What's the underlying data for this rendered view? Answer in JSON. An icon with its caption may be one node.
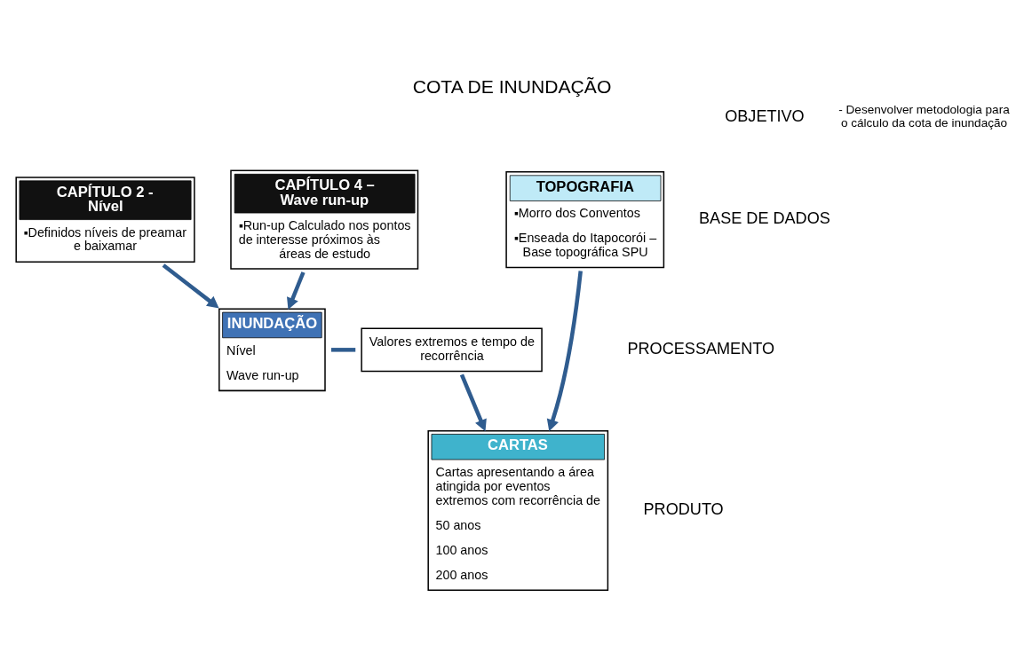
{
  "diagram": {
    "title": "COTA DE INUNDAÇÃO",
    "nodes": [
      {
        "text": [
          "CAPÍTULO 2 - Nível",
          "▪Definidos níveis de preamar e baixamar"
        ]
      },
      {
        "text": [
          "CAPÍTULO 4 – Wave run-up",
          "▪Run-up Calculado nos pontos de interesse próximos às áreas de estudo"
        ]
      },
      {
        "text": [
          "TOPOGRAFIA",
          "▪Morro dos Conventos",
          "▪Enseada do Itapocorói – Base topográfica SPU"
        ]
      },
      {
        "text": [
          "INUNDAÇÃO",
          "Nível",
          "Wave run-up"
        ]
      },
      {
        "text": [
          "Valores extremos e tempo de recorrência"
        ]
      },
      {
        "text": [
          "CARTAS",
          "Cartas apresentando a área atingida por eventos extremos com recorrência de",
          "50 anos",
          "100 anos",
          "200 anos"
        ]
      }
    ],
    "edges": [
      {
        "from": 0,
        "to": 3,
        "arrow": "to"
      },
      {
        "from": 1,
        "to": 3,
        "arrow": "to"
      },
      {
        "from": 3,
        "to": 4,
        "arrow": "none"
      },
      {
        "from": 4,
        "to": 5,
        "arrow": "to"
      },
      {
        "from": 2,
        "to": 5,
        "arrow": "to"
      }
    ],
    "labels": [
      "OBJETIVO",
      "- Desenvolver metodologia para o cálculo da cota de inundação",
      "BASE DE DADOS",
      "PROCESSAMENTO",
      "PRODUTO"
    ]
  }
}
